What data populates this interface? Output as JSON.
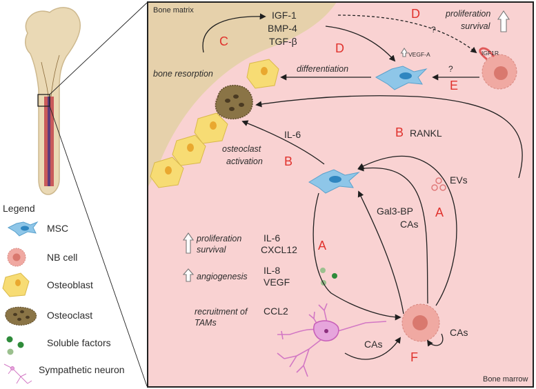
{
  "regions": {
    "bone_matrix": "Bone matrix",
    "bone_marrow": "Bone marrow"
  },
  "legend": {
    "title": "Legend",
    "items": [
      {
        "icon": "msc-icon",
        "label": "MSC"
      },
      {
        "icon": "nb-cell-icon",
        "label": "NB cell"
      },
      {
        "icon": "osteoblast-icon",
        "label": "Osteoblast"
      },
      {
        "icon": "osteoclast-icon",
        "label": "Osteoclast"
      },
      {
        "icon": "soluble-factors-icon",
        "label": "Soluble factors"
      },
      {
        "icon": "sympathetic-neuron-icon",
        "label": "Sympathetic neuron"
      }
    ]
  },
  "factors_top": [
    "IGF-1",
    "BMP-4",
    "TGF-β"
  ],
  "process_labels": {
    "bone_resorption": "bone resorption",
    "differentiation": "differentiation",
    "vegf_a": "VEGF-A",
    "igf1r": "IGF1R",
    "proliferation": "proliferation",
    "survival": "survival",
    "osteoclast": "osteoclast",
    "activation": "activation",
    "question": "?"
  },
  "signals": {
    "il6_top": "IL-6",
    "rankl": "RANKL",
    "evs": "EVs",
    "gal3bp": "Gal3-BP",
    "cas_mid": "CAs",
    "cas_neuron": "CAs",
    "cas_self": "CAs"
  },
  "effects": [
    {
      "lines": [
        "proliferation",
        "survival"
      ],
      "factors": [
        "IL-6",
        "CXCL12"
      ],
      "arrow": true
    },
    {
      "lines": [
        "angiogenesis"
      ],
      "factors": [
        "IL-8",
        "VEGF"
      ],
      "arrow": true
    },
    {
      "lines": [
        "recruitment of",
        "TAMs"
      ],
      "factors": [
        "CCL2"
      ],
      "arrow": false
    }
  ],
  "letters": {
    "C": "C",
    "D1": "D",
    "D2": "D",
    "E": "E",
    "B1": "B",
    "B2": "B",
    "A1": "A",
    "A2": "A",
    "F": "F"
  },
  "colors": {
    "marrow": "#f9d2d2",
    "matrix": "#e6d1ab",
    "accent_red": "#e0322d",
    "msc": "#8ec6e8",
    "nb": "#f0a9a2",
    "osteoblast": "#f7dc74",
    "osteoclast": "#8a7446"
  }
}
